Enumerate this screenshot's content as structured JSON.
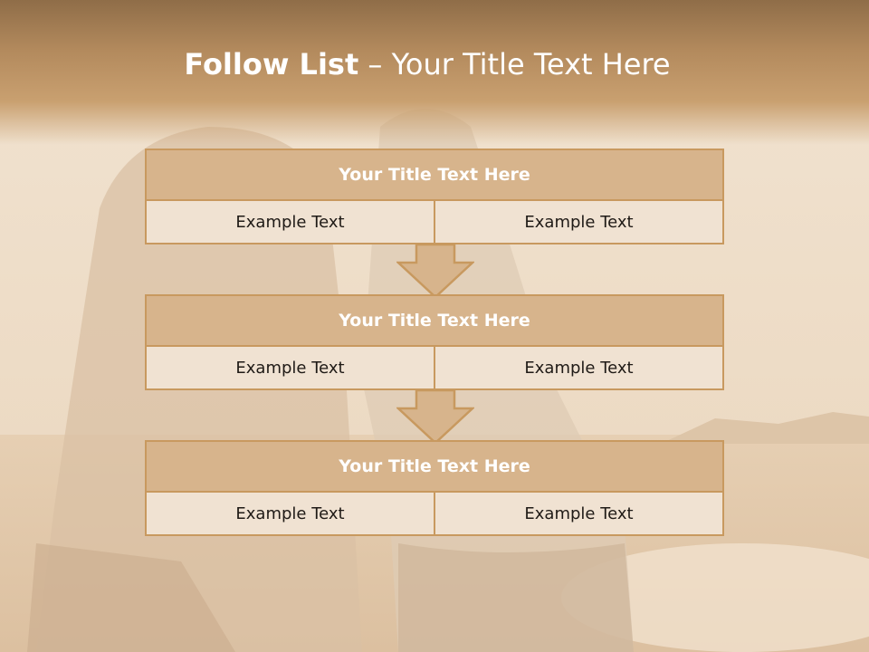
{
  "slide": {
    "title_bold": "Follow List",
    "title_rest": "– Your Title Text Here"
  },
  "blocks": [
    {
      "title": "Your Title Text Here",
      "left": "Example Text",
      "right": "Example Text"
    },
    {
      "title": "Your Title Text Here",
      "left": "Example Text",
      "right": "Example Text"
    },
    {
      "title": "Your Title Text Here",
      "left": "Example Text",
      "right": "Example Text"
    }
  ],
  "colors": {
    "header": "#9c7750",
    "title_fill": "#d7b48c",
    "border": "#c8995f",
    "cell_fill": "#f0e2d2"
  },
  "icons": [
    "down-arrow-icon",
    "down-arrow-icon"
  ]
}
